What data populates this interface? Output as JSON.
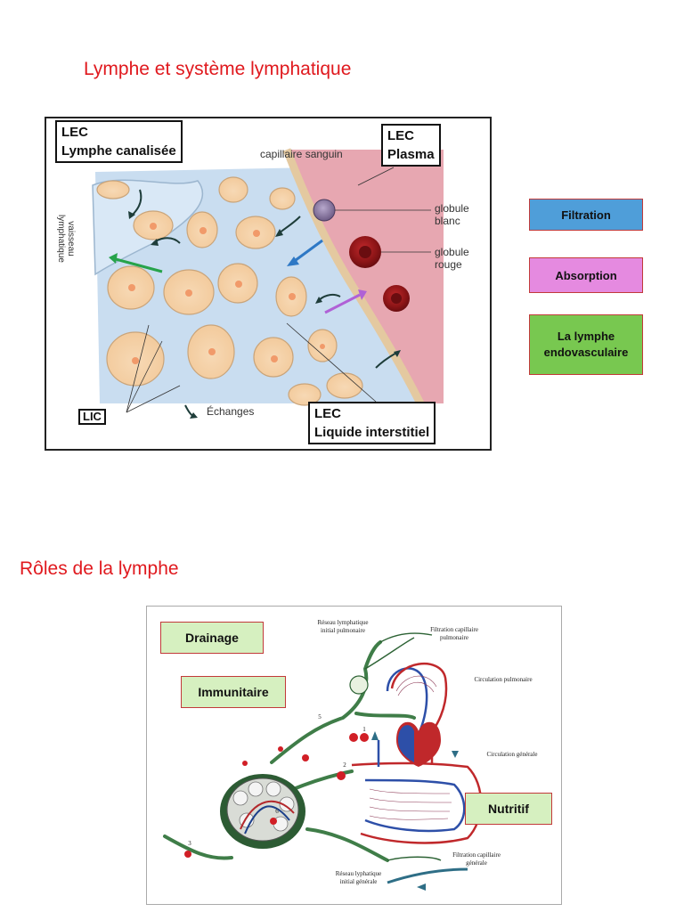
{
  "titles": {
    "main": "Lymphe et système lymphatique",
    "roles": "Rôles de la lymphe"
  },
  "figure1": {
    "boxes": {
      "lec_lymphe": [
        "LEC",
        "Lymphe canalisée"
      ],
      "lec_plasma": [
        "LEC",
        "Plasma"
      ],
      "lec_liquide": [
        "LEC",
        "Liquide interstitiel"
      ],
      "lic": "LIC"
    },
    "labels": {
      "capillaire": "capillaire sanguin",
      "globule_blanc": [
        "globule",
        "blanc"
      ],
      "globule_rouge": [
        "globule",
        "rouge"
      ],
      "vaisseau": [
        "vaisseau",
        "lymphatique"
      ],
      "echanges": "Échanges"
    }
  },
  "legend": {
    "filtration": "Filtration",
    "absorption": "Absorption",
    "lymphe": [
      "La lymphe",
      "endovasculaire"
    ],
    "colors": {
      "filtration": "#4f9ed9",
      "absorption": "#e58ae0",
      "lymphe": "#78c850"
    }
  },
  "figure2": {
    "roles": {
      "drainage": "Drainage",
      "immunitaire": "Immunitaire",
      "nutritif": "Nutritif"
    },
    "labels": {
      "reseau_pulmonaire": [
        "Réseau lymphatique",
        "initial pulmonaire"
      ],
      "filtration_pulmonaire": [
        "Filtration capillaire",
        "pulmonaire"
      ],
      "circulation_pulmonaire": "Circulation pulmonaire",
      "circulation_generale": "Circulation générale",
      "filtration_generale": [
        "Filtration capillaire",
        "générale"
      ],
      "reseau_general": [
        "Réseau lyphatique",
        "initial générale"
      ],
      "numbers": [
        "1",
        "2",
        "3",
        "5",
        "6"
      ]
    }
  }
}
